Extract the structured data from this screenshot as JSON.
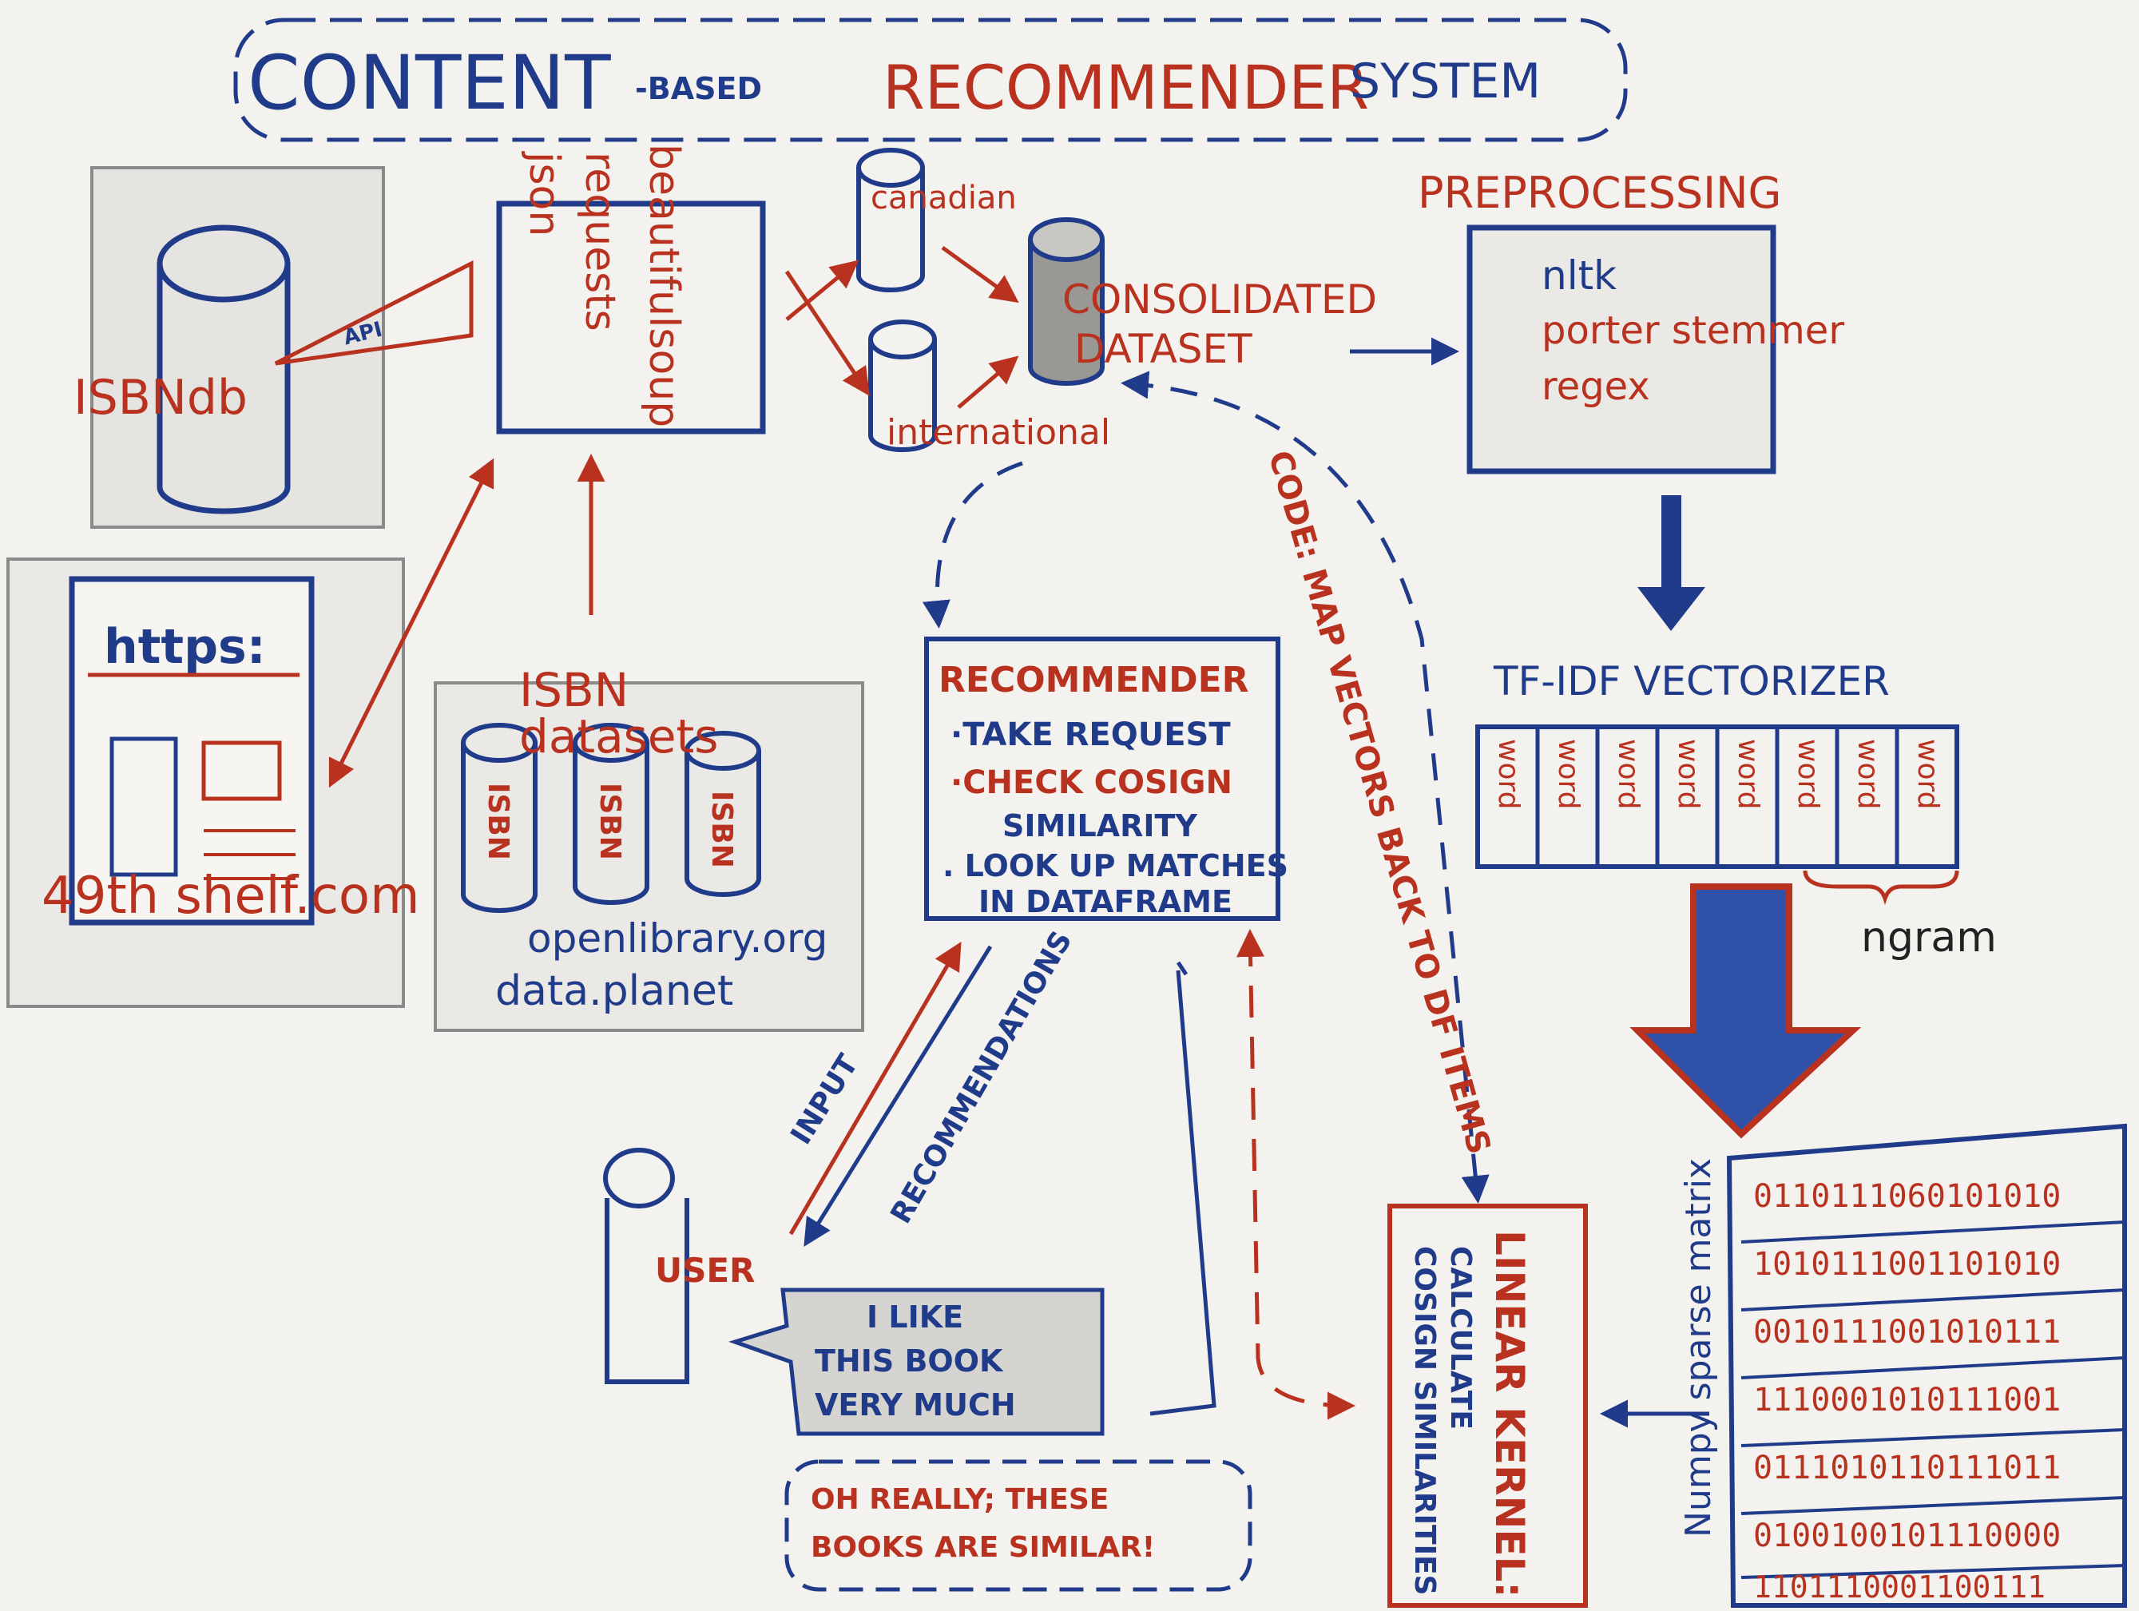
{
  "colors": {
    "blue": "#1f3b8a",
    "red": "#b8321f",
    "paper": "#f4f2ee",
    "pencil": "#8a8a8a"
  },
  "title": {
    "content": "CONTENT",
    "based": "-BASED",
    "recommender": "RECOMMENDER",
    "system": "SYSTEM"
  },
  "sources": {
    "isbndb": "ISBNdb",
    "api": "API",
    "https": "https:",
    "site": "49th shelf.com",
    "isbn_datasets_title": "ISBN datasets",
    "isbn_cyl": [
      "ISBN",
      "ISBN",
      "ISBN"
    ],
    "openlibrary": "openlibrary.org",
    "dataplanet": "data.planet"
  },
  "scraper": {
    "beautifulsoup": "beautifulsoup",
    "requests": "requests",
    "json": "json"
  },
  "datasets": {
    "canadian": "canadian",
    "international": "international",
    "consolidated_1": "CONSOLIDATED",
    "consolidated_2": "DATASET"
  },
  "preprocessing": {
    "title": "PREPROCESSING",
    "nltk": "nltk",
    "porter": "porter stemmer",
    "regex": "regex"
  },
  "tfidf": {
    "title": "TF-IDF VECTORIZER",
    "words": [
      "word",
      "word",
      "word",
      "word",
      "word",
      "word",
      "word",
      "word"
    ],
    "ngram": "ngram"
  },
  "matrix": {
    "label": "Numpy sparse matrix",
    "rows": [
      "0110111060101010",
      "1010111001101010",
      "0010111001010111",
      "1110001010111001",
      "0111010110111011",
      "0100100101110000",
      "1101110001100111"
    ]
  },
  "kernel": {
    "title": "LINEAR KERNEL:",
    "line1": "CALCULATE",
    "line2": "COSIGN SIMILARITIES"
  },
  "code_label": "CODE: MAP VECTORS BACK TO DF ITEMS",
  "recommender": {
    "title": "RECOMMENDER",
    "bullets": [
      "·TAKE REQUEST",
      "·CHECK COSIGN",
      "SIMILARITY",
      ". LOOK UP MATCHES",
      "IN DATAFRAME"
    ]
  },
  "user": {
    "label": "USER",
    "input": "INPUT",
    "recommendations": "RECOMMENDATIONS",
    "bubble": [
      "I LIKE",
      "THIS BOOK",
      "VERY MUCH"
    ],
    "reply": [
      "OH REALLY; THESE",
      "BOOKS ARE SIMILAR!"
    ]
  }
}
